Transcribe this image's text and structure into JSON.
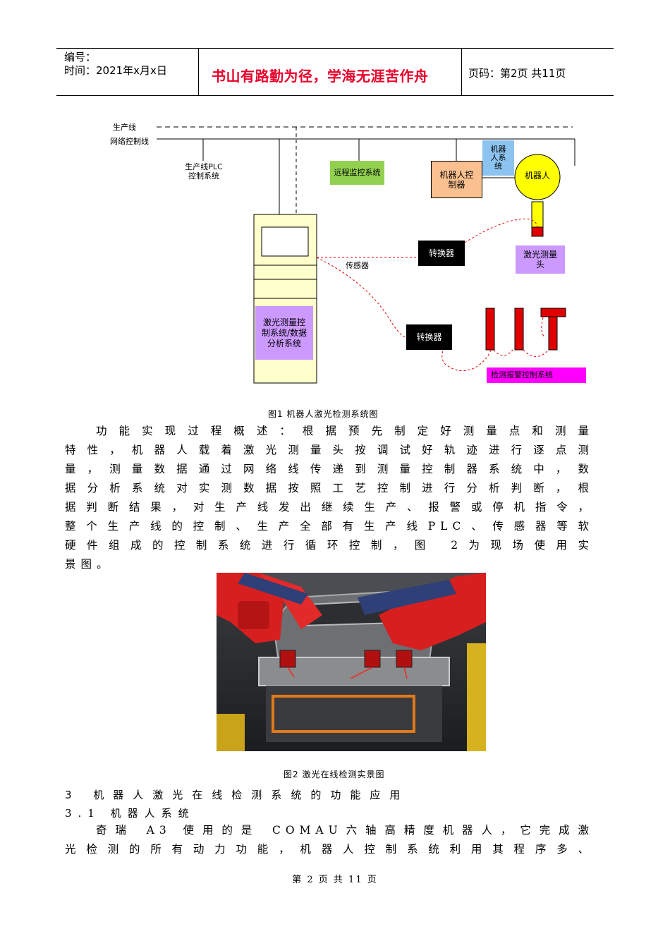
{
  "header": {
    "number_label": "编号：",
    "time_label": "时间：2021年x月x日",
    "motto": "书山有路勤为径，学海无涯苦作舟",
    "page_info": "页码：第2页  共11页"
  },
  "figure1": {
    "labels": {
      "production_line": "生产线",
      "network_line": "网络控制线",
      "plc_system": "生产线PLC 控制系统",
      "remote_monitor": "远程监控系统",
      "robot_controller": "机器人控制器",
      "robot_system": "机器人系统",
      "robot": "机器人",
      "converter_top": "转换器",
      "sensor": "传感器",
      "laser_head": "激光测量头",
      "laser_control": "激光测量控制系统/数据分析系统",
      "converter_bottom": "转换器",
      "alarm_system": "检测报警控制系统"
    },
    "colors": {
      "remote_monitor": "#92d050",
      "robot_controller": "#fac090",
      "robot_system": "#8dc3f0",
      "robot": "#ffff00",
      "laser_head": "#cc99ff",
      "cabinet": "#ffffcc",
      "alarm": "#ff00ff",
      "converter": "#000000",
      "red_marker": "#e00000"
    },
    "caption": "图1  机器人激光检测系统图"
  },
  "paragraph1": {
    "lines": [
      "功能实现过程概述：根据预先制定好测量点和测量",
      "特性，机器人载着激光测量头按调试好轨迹进行逐点测",
      "量，测量数据通过网络线传递到测量控制器系统中，数",
      "据分析系统对实测数据按照工艺控制进行分析判断，根",
      "据判断结果，对生产线发出继续生产、报警或停机指令，",
      "整个生产线的控制、生产全部有生产线PLC、传感器等软",
      "硬件组成的控制系统进行循环控制，图 2为现场使用实",
      "景图。"
    ]
  },
  "figure2": {
    "caption": "图2  激光在线检测实景图"
  },
  "section3": {
    "heading": "3  机器人激光在线检测系统的功能应用",
    "subheading": "3.1 机器人系统",
    "lines": [
      "奇瑞 A3 使用的是 COMAU六轴高精度机器人，它完成激",
      "光检测的所有动力功能，机器人控制系统利用其程序多、"
    ]
  },
  "footer": {
    "text": "第 2 页 共 11 页"
  }
}
